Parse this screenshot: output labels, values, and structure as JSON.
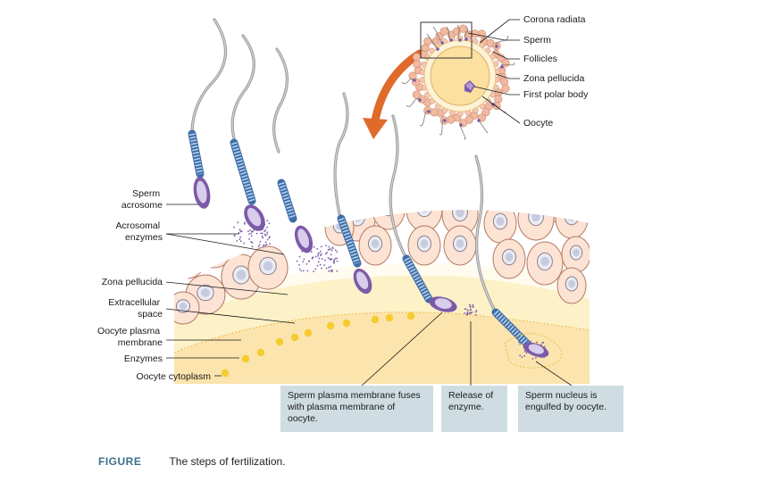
{
  "labels": {
    "sperm_acrosome": [
      "Sperm",
      "acrosome"
    ],
    "acrosomal_enzymes": [
      "Acrosomal",
      "enzymes"
    ],
    "zona_pellucida": "Zona pellucida",
    "extracellular_space": [
      "Extracellular",
      "space"
    ],
    "oocyte_plasma_membrane": [
      "Oocyte plasma",
      "membrane"
    ],
    "enzymes": "Enzymes",
    "oocyte_cytoplasm": "Oocyte cytoplasm"
  },
  "inset_labels": {
    "corona_radiata": "Corona radiata",
    "sperm": "Sperm",
    "follicles": "Follicles",
    "zona_pellucida": "Zona pellucida",
    "first_polar_body": "First polar body",
    "oocyte": "Oocyte"
  },
  "steps": {
    "fuse": "Sperm plasma membrane fuses with plasma membrane of oocyte.",
    "release": "Release of enzyme.",
    "engulf": "Sperm nucleus is engulfed by oocyte."
  },
  "caption": {
    "tag": "FIGURE",
    "text": "The steps of fertilization."
  },
  "colors": {
    "cytoplasm": "#fbe4ad",
    "zona": "#fdf1c8",
    "cell": "#fce3d4",
    "cell_outline": "#b37a63",
    "midpiece": "#5f8fc5",
    "acrosome": "#7c5aa8",
    "arrow": "#e06a2a",
    "enzyme_dot": "#f4cc2e",
    "step_box": "#cfdde2"
  }
}
